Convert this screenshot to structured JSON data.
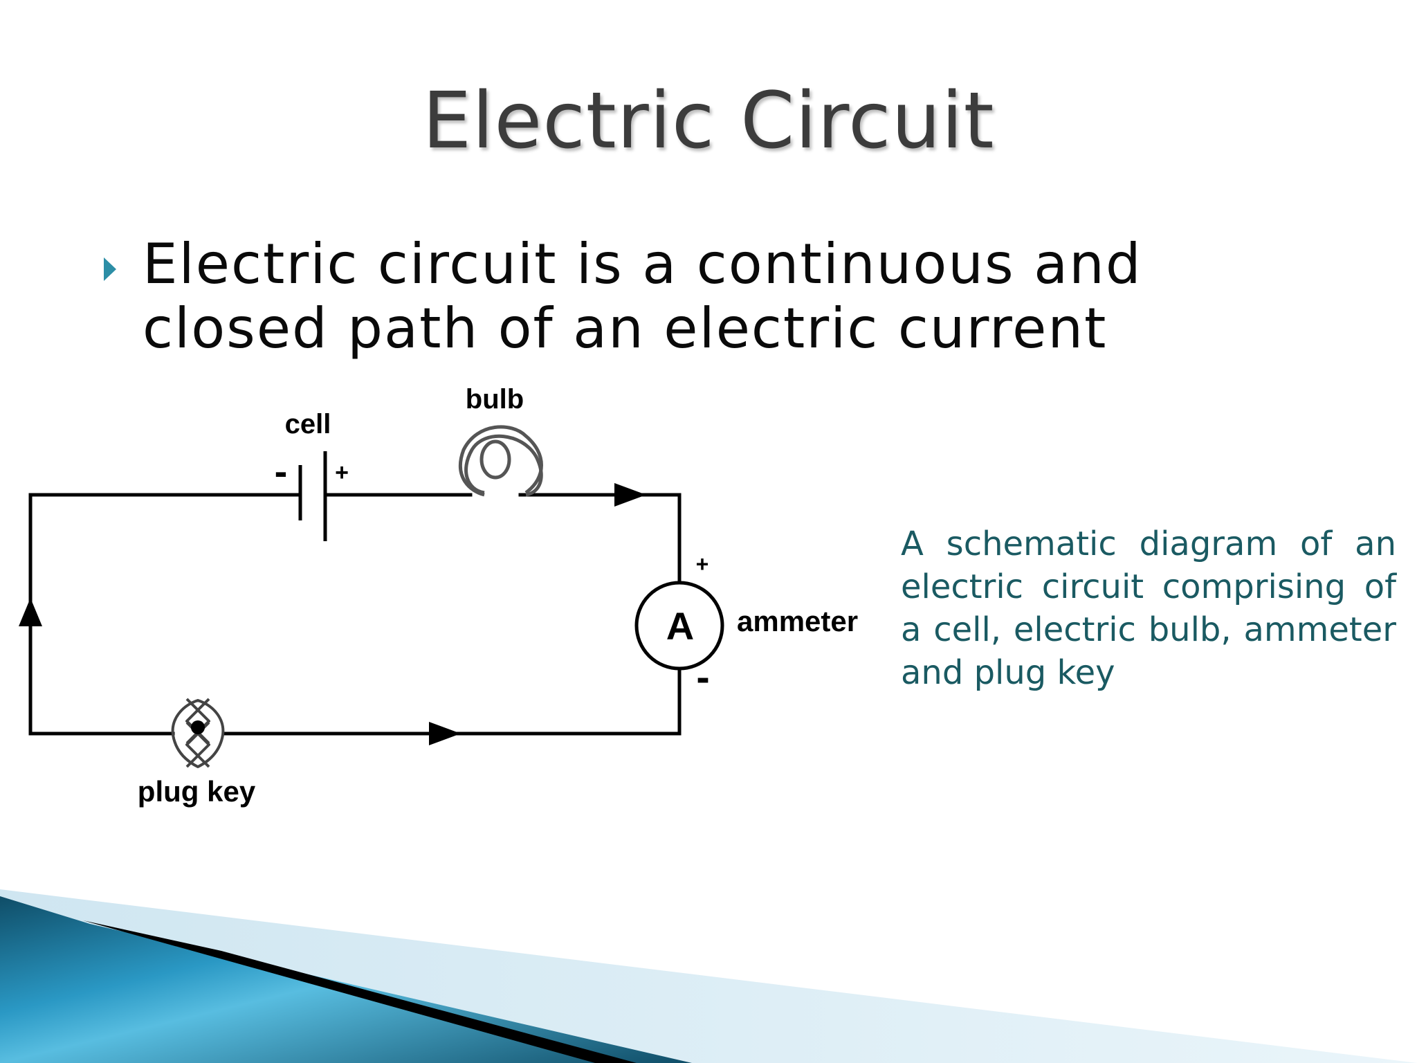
{
  "slide": {
    "title": "Electric Circuit",
    "bullet": "Electric circuit is a continuous and closed path of an electric current",
    "caption": "A schematic diagram of an electric circuit comprising of a cell, electric bulb, ammeter and plug key"
  },
  "diagram": {
    "labels": {
      "cell": "cell",
      "bulb": "bulb",
      "ammeter": "ammeter",
      "ammeter_symbol": "A",
      "plug_key": "plug key",
      "cell_negative": "-",
      "cell_positive": "+",
      "ammeter_positive": "+",
      "ammeter_negative": "-"
    }
  },
  "colors": {
    "title": "#3c3c3c",
    "bullet_icon": "#2c8ea6",
    "caption": "#1a5a62",
    "diagram_line": "#000000",
    "accent_blue": "#1b6f8f"
  },
  "icons": {
    "bullet": "triangle-right-icon"
  }
}
